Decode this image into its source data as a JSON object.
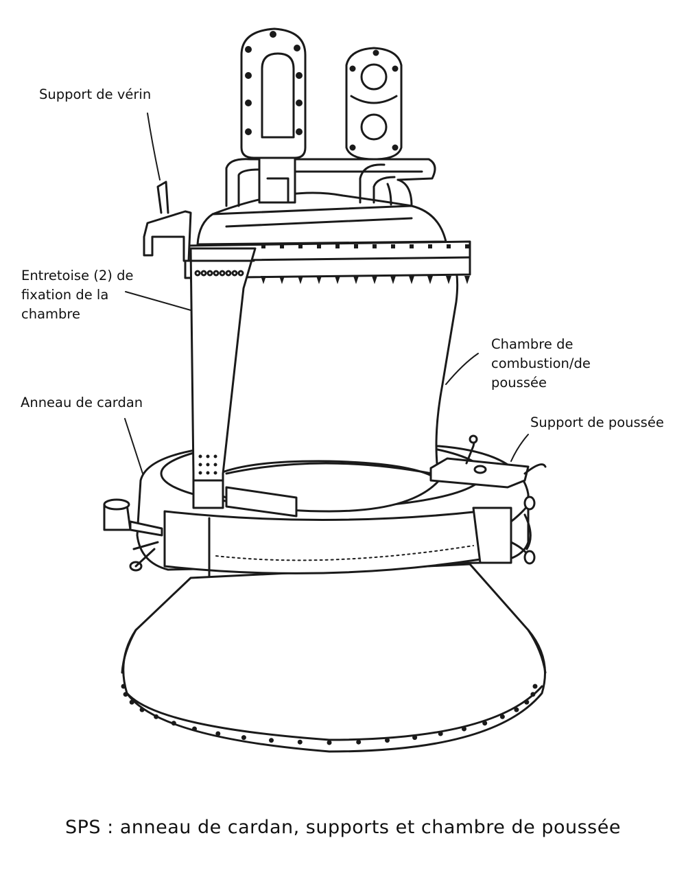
{
  "labels": {
    "actuator_support": "Support de vérin",
    "strut_line1": "Entretoise (2) de",
    "strut_line2": "fixation de la",
    "strut_line3": "chambre",
    "gimbal_ring": "Anneau de cardan",
    "chamber_line1": "Chambre de",
    "chamber_line2": "combustion/de",
    "chamber_line3": "poussée",
    "thrust_mount": "Support de poussée"
  },
  "caption": "SPS : anneau de cardan, supports et chambre de poussée"
}
